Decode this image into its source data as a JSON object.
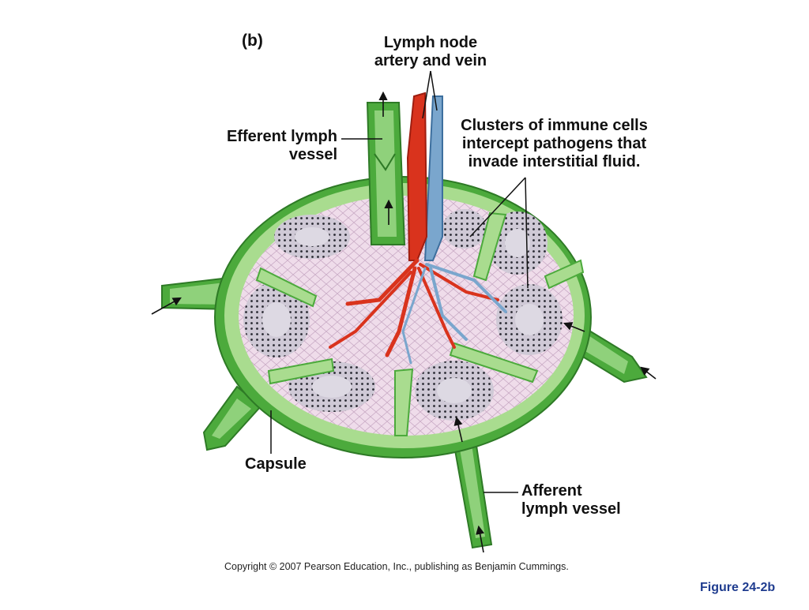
{
  "panel_letter": "(b)",
  "labels": {
    "lymph_node_artery_vein": [
      "Lymph node",
      "artery and vein"
    ],
    "efferent_lymph_vessel": [
      "Efferent lymph",
      "vessel"
    ],
    "clusters_of_immune_cells": [
      "Clusters of immune cells",
      "intercept pathogens that",
      "invade interstitial fluid."
    ],
    "capsule": "Capsule",
    "afferent_lymph_vessel": [
      "Afferent",
      "lymph vessel"
    ]
  },
  "copyright": "Copyright © 2007 Pearson Education, Inc., publishing as Benjamin Cummings.",
  "figure_label": "Figure 24-2b",
  "colors": {
    "capsule_green": "#4caa3c",
    "light_green": "#a9dc8f",
    "tissue_pink": "#efdcea",
    "cluster_gray": "#c9c4cf",
    "artery_red": "#d9331d",
    "vein_blue": "#7aa6cd",
    "figure_label_blue": "#1f3c8f"
  }
}
